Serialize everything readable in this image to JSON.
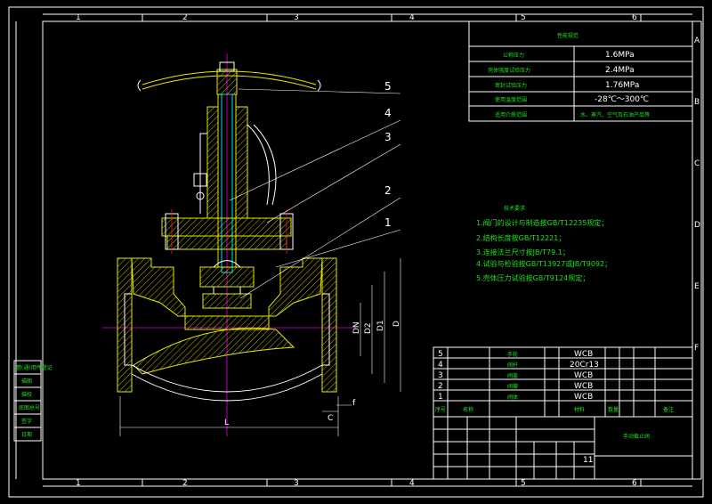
{
  "border": {
    "top_zones": [
      "1",
      "2",
      "3",
      "4",
      "5",
      "6"
    ],
    "bottom_zones": [
      "1",
      "2",
      "3",
      "4",
      "5",
      "6"
    ],
    "side_zones": [
      "A",
      "B",
      "C",
      "D",
      "E",
      "F"
    ]
  },
  "spec_table": {
    "title": "性能规范",
    "rows": [
      {
        "label": "公称压力",
        "value": "1.6MPa"
      },
      {
        "label": "壳体强度试验压力",
        "value": "2.4MPa"
      },
      {
        "label": "密封试验压力",
        "value": "1.76MPa"
      },
      {
        "label": "使用温度范围",
        "value": "-28℃～300℃"
      },
      {
        "label": "适用介质范围",
        "value": "水、蒸汽、空气及石油产品等"
      }
    ]
  },
  "tech_requirements": {
    "title": "技术要求",
    "items": [
      "1.阀门的设计与制造按GB/T12235规定；",
      "2.结构长度按GB/T12221；",
      "3.连接法兰尺寸按JB/T79.1；",
      "4.试验与检验按GB/T13927或JB/T9092；",
      "5.壳体压力试验按GB/T9124规定；"
    ]
  },
  "callouts": [
    "5",
    "4",
    "3",
    "2",
    "1"
  ],
  "dimensions": {
    "L": "L",
    "C": "C",
    "f": "f",
    "DN": "DN",
    "D2": "D2",
    "D1": "D1",
    "D": "D"
  },
  "parts_list": {
    "rows": [
      {
        "no": "5",
        "name": "手轮",
        "material": "WCB"
      },
      {
        "no": "4",
        "name": "阀杆",
        "material": "20Cr13"
      },
      {
        "no": "3",
        "name": "阀盖",
        "material": "WCB"
      },
      {
        "no": "2",
        "name": "阀瓣",
        "material": "WCB"
      },
      {
        "no": "1",
        "name": "阀体",
        "material": "WCB"
      }
    ],
    "header": [
      "序号",
      "名称",
      "材料",
      "数量",
      "备注"
    ]
  },
  "title_block": {
    "drawing_title": "手动截止阀",
    "sheet_count": "11"
  },
  "side_labels": [
    "借(通)用件登记",
    "描图",
    "描校",
    "底图总号",
    "签字",
    "日期"
  ]
}
